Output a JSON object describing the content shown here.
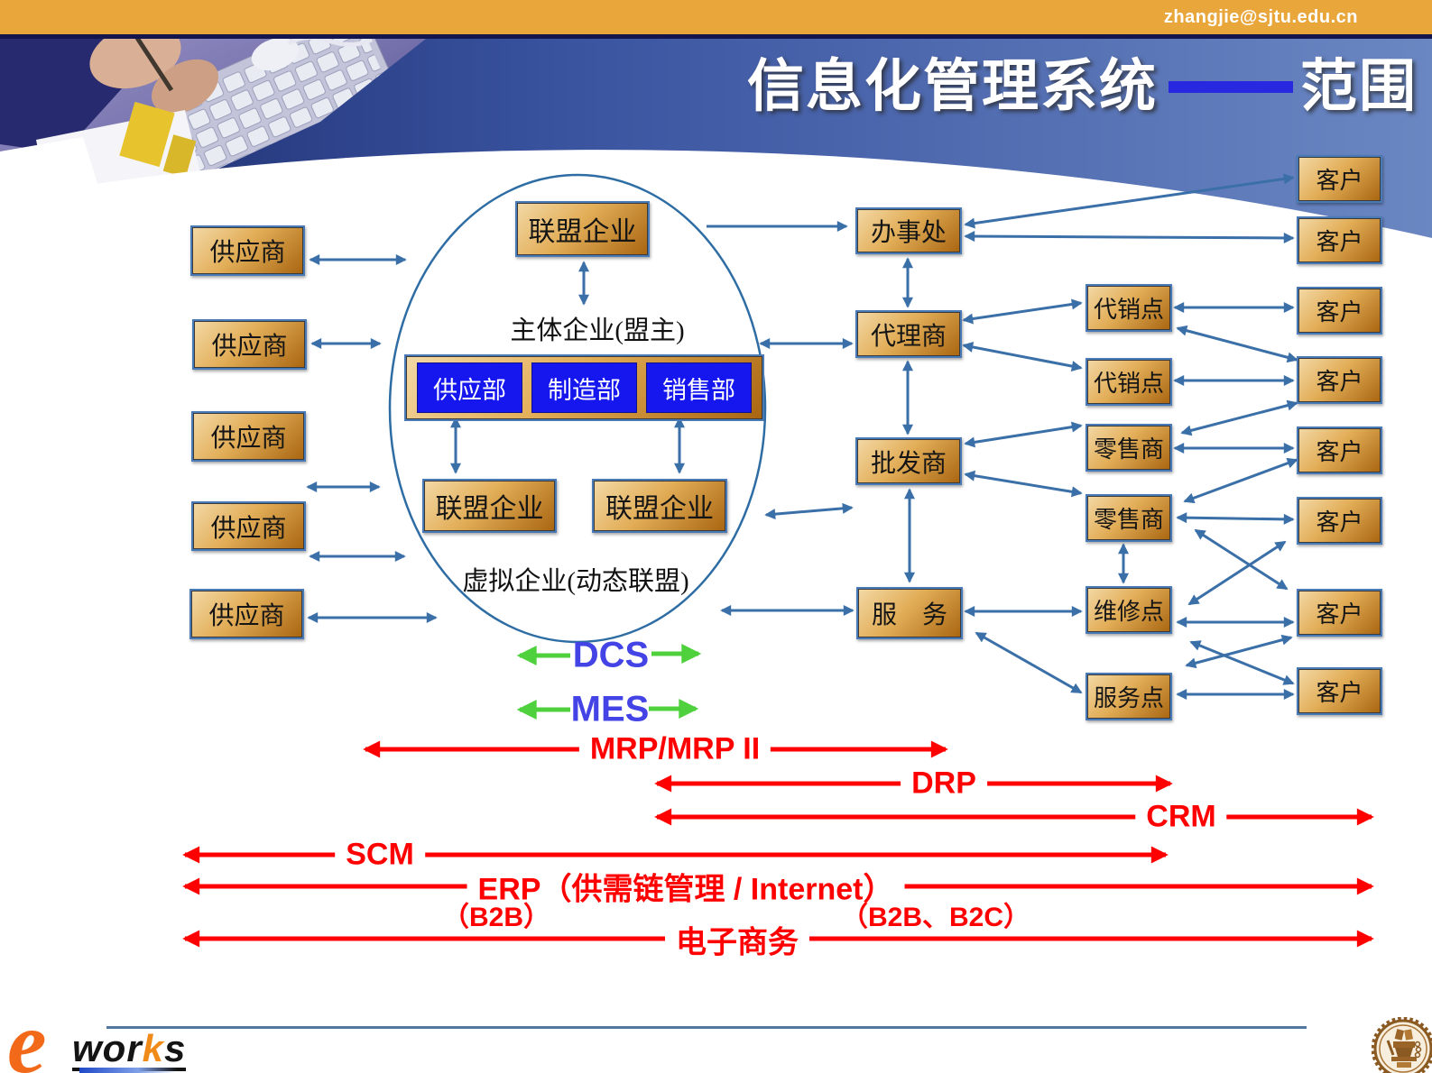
{
  "header": {
    "email": "zhangjie@sjtu.edu.cn",
    "title_prefix": "信息化管理系统",
    "title_suffix": "范围"
  },
  "diagram": {
    "suppliers": [
      "供应商",
      "供应商",
      "供应商",
      "供应商",
      "供应商"
    ],
    "alliance": {
      "top_box": "联盟企业",
      "leader_label": "主体企业(盟主)",
      "departments": [
        "供应部",
        "制造部",
        "销售部"
      ],
      "member_boxes": [
        "联盟企业",
        "联盟企业"
      ],
      "virtual_label": "虚拟企业(动态联盟)"
    },
    "channel": [
      "办事处",
      "代理商",
      "批发商",
      "服　务"
    ],
    "outlets": [
      "代销点",
      "代销点",
      "零售商",
      "零售商",
      "维修点",
      "服务点"
    ],
    "customers": [
      "客户",
      "客户",
      "客户",
      "客户",
      "客户",
      "客户",
      "客户",
      "客户"
    ],
    "systems": {
      "dcs": "DCS",
      "mes": "MES",
      "mrp": "MRP/MRP II",
      "drp": "DRP",
      "crm": "CRM",
      "scm": "SCM",
      "erp": "ERP（供需链管理 / Internet）",
      "ec": "电子商务",
      "b2b": "（B2B）",
      "b2b_b2c": "（B2B、B2C）"
    }
  },
  "footer": {
    "logo_e": "e",
    "logo_w1": "wor",
    "logo_k": "k",
    "logo_s": "s"
  },
  "colors": {
    "topbar_orange": "#e9a63b",
    "banner_blue_dark": "#1b2a6b",
    "banner_blue_light": "#6b87c2",
    "box_gold": "#e2ad57",
    "dept_blue": "#1616ee",
    "arrow_blue": "#3a6fa8",
    "system_red": "#fe0000",
    "system_green": "#4ed13c",
    "dcs_text_blue": "#4343e6",
    "title_dash_blue": "#2828e0"
  }
}
